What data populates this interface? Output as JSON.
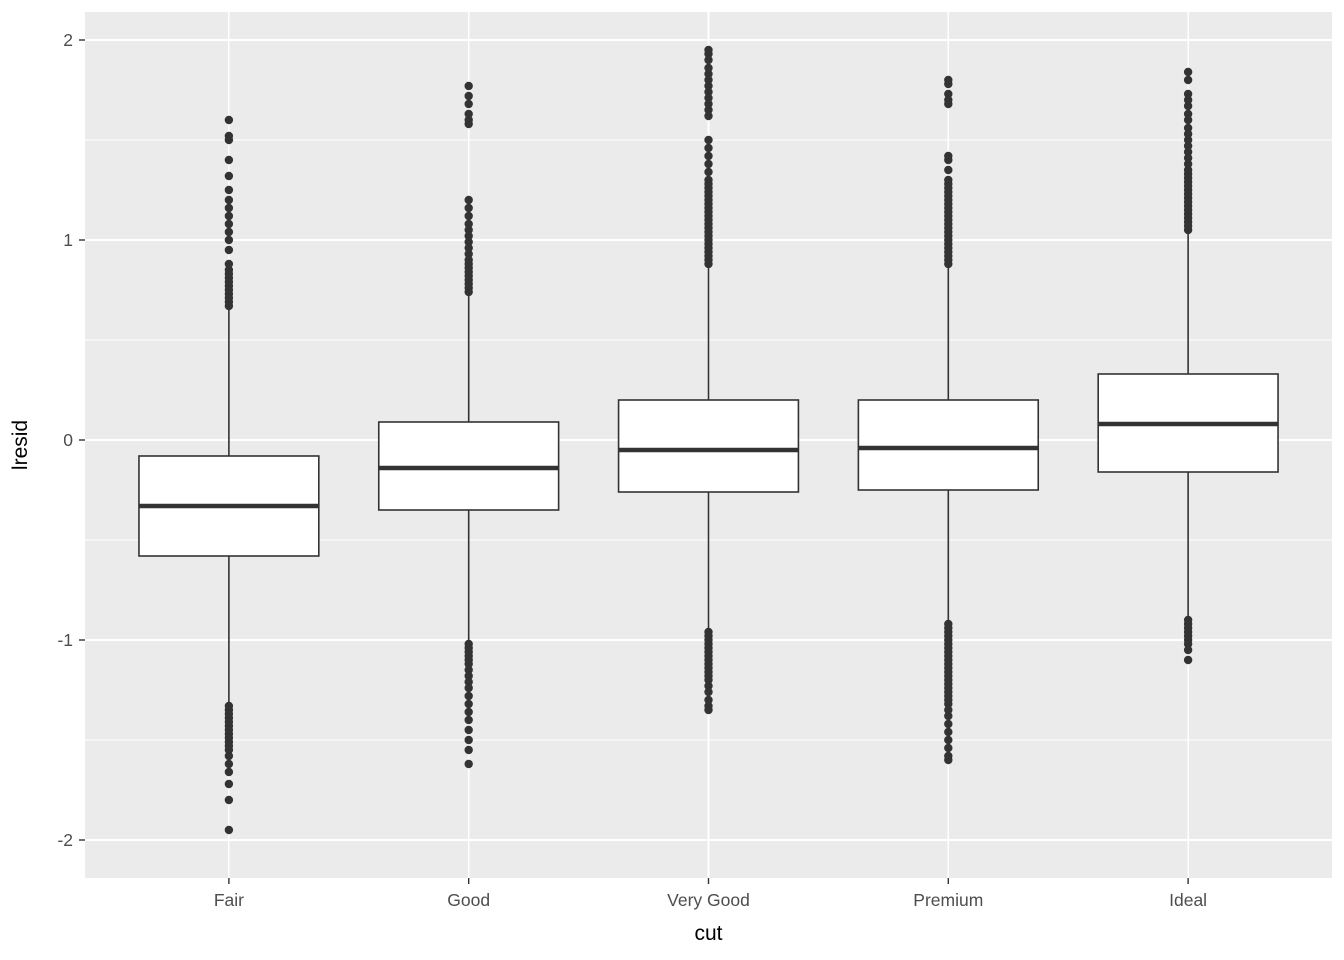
{
  "chart_data": {
    "type": "boxplot",
    "title": "",
    "xlabel": "cut",
    "ylabel": "lresid",
    "categories": [
      "Fair",
      "Good",
      "Very Good",
      "Premium",
      "Ideal"
    ],
    "ylim": [
      -2.19,
      2.14
    ],
    "yticks": [
      -2,
      -1,
      0,
      1,
      2
    ],
    "ytick_labels": [
      "-2",
      "-1",
      "0",
      "1",
      "2"
    ],
    "yticks_minor": [
      -1.5,
      -0.5,
      0.5,
      1.5
    ],
    "grid": true,
    "legend": "none",
    "series": [
      {
        "category": "Fair",
        "lower": -1.32,
        "q1": -0.58,
        "median": -0.33,
        "q3": -0.08,
        "upper": 0.66,
        "outliers": [
          0.67,
          0.69,
          0.71,
          0.73,
          0.75,
          0.77,
          0.79,
          0.81,
          0.83,
          0.85,
          0.88,
          0.95,
          1.0,
          1.04,
          1.08,
          1.12,
          1.16,
          1.2,
          1.25,
          1.32,
          1.4,
          1.5,
          1.52,
          1.6,
          -1.33,
          -1.35,
          -1.37,
          -1.39,
          -1.41,
          -1.43,
          -1.45,
          -1.47,
          -1.49,
          -1.51,
          -1.53,
          -1.55,
          -1.58,
          -1.62,
          -1.66,
          -1.72,
          -1.8,
          -1.95
        ]
      },
      {
        "category": "Good",
        "lower": -1.0,
        "q1": -0.35,
        "median": -0.14,
        "q3": 0.09,
        "upper": 0.73,
        "outliers": [
          0.74,
          0.76,
          0.78,
          0.8,
          0.82,
          0.84,
          0.86,
          0.88,
          0.9,
          0.93,
          0.96,
          0.99,
          1.02,
          1.05,
          1.08,
          1.12,
          1.16,
          1.2,
          1.58,
          1.6,
          1.63,
          1.68,
          1.72,
          1.77,
          -1.02,
          -1.04,
          -1.06,
          -1.08,
          -1.1,
          -1.12,
          -1.15,
          -1.18,
          -1.21,
          -1.24,
          -1.28,
          -1.32,
          -1.36,
          -1.4,
          -1.45,
          -1.5,
          -1.55,
          -1.62
        ]
      },
      {
        "category": "Very Good",
        "lower": -0.95,
        "q1": -0.26,
        "median": -0.05,
        "q3": 0.2,
        "upper": 0.87,
        "outliers": [
          0.88,
          0.9,
          0.92,
          0.94,
          0.96,
          0.98,
          1.0,
          1.02,
          1.04,
          1.06,
          1.08,
          1.1,
          1.12,
          1.14,
          1.16,
          1.18,
          1.2,
          1.22,
          1.24,
          1.26,
          1.28,
          1.3,
          1.34,
          1.38,
          1.42,
          1.46,
          1.5,
          1.62,
          1.65,
          1.68,
          1.71,
          1.74,
          1.77,
          1.8,
          1.83,
          1.86,
          1.9,
          1.93,
          1.95,
          -0.96,
          -0.98,
          -1.0,
          -1.02,
          -1.04,
          -1.06,
          -1.08,
          -1.1,
          -1.12,
          -1.14,
          -1.16,
          -1.18,
          -1.2,
          -1.23,
          -1.26,
          -1.3,
          -1.33,
          -1.35
        ]
      },
      {
        "category": "Premium",
        "lower": -0.91,
        "q1": -0.25,
        "median": -0.04,
        "q3": 0.2,
        "upper": 0.87,
        "outliers": [
          0.88,
          0.9,
          0.92,
          0.94,
          0.96,
          0.98,
          1.0,
          1.02,
          1.04,
          1.06,
          1.08,
          1.1,
          1.12,
          1.14,
          1.16,
          1.18,
          1.2,
          1.22,
          1.24,
          1.26,
          1.28,
          1.3,
          1.35,
          1.4,
          1.42,
          1.68,
          1.7,
          1.73,
          1.78,
          1.8,
          -0.92,
          -0.94,
          -0.96,
          -0.98,
          -1.0,
          -1.02,
          -1.04,
          -1.06,
          -1.08,
          -1.1,
          -1.12,
          -1.14,
          -1.16,
          -1.18,
          -1.2,
          -1.22,
          -1.24,
          -1.26,
          -1.28,
          -1.3,
          -1.32,
          -1.35,
          -1.38,
          -1.42,
          -1.46,
          -1.5,
          -1.54,
          -1.58,
          -1.6
        ]
      },
      {
        "category": "Ideal",
        "lower": -0.88,
        "q1": -0.16,
        "median": 0.08,
        "q3": 0.33,
        "upper": 1.04,
        "outliers": [
          1.05,
          1.07,
          1.09,
          1.11,
          1.13,
          1.15,
          1.17,
          1.19,
          1.21,
          1.23,
          1.25,
          1.27,
          1.29,
          1.31,
          1.33,
          1.35,
          1.38,
          1.41,
          1.44,
          1.47,
          1.5,
          1.53,
          1.56,
          1.6,
          1.63,
          1.67,
          1.7,
          1.73,
          1.8,
          1.84,
          -0.9,
          -0.92,
          -0.94,
          -0.96,
          -0.98,
          -1.0,
          -1.02,
          -1.05,
          -1.1
        ]
      }
    ],
    "style": {
      "panel_bg": "#EBEBEB",
      "grid_color": "#FFFFFF",
      "box_fill": "#FFFFFF",
      "box_stroke": "#333333",
      "outlier_color": "#333333",
      "tick_color": "#333333",
      "tick_label_color": "#4D4D4D",
      "axis_title_color": "#000000"
    }
  }
}
